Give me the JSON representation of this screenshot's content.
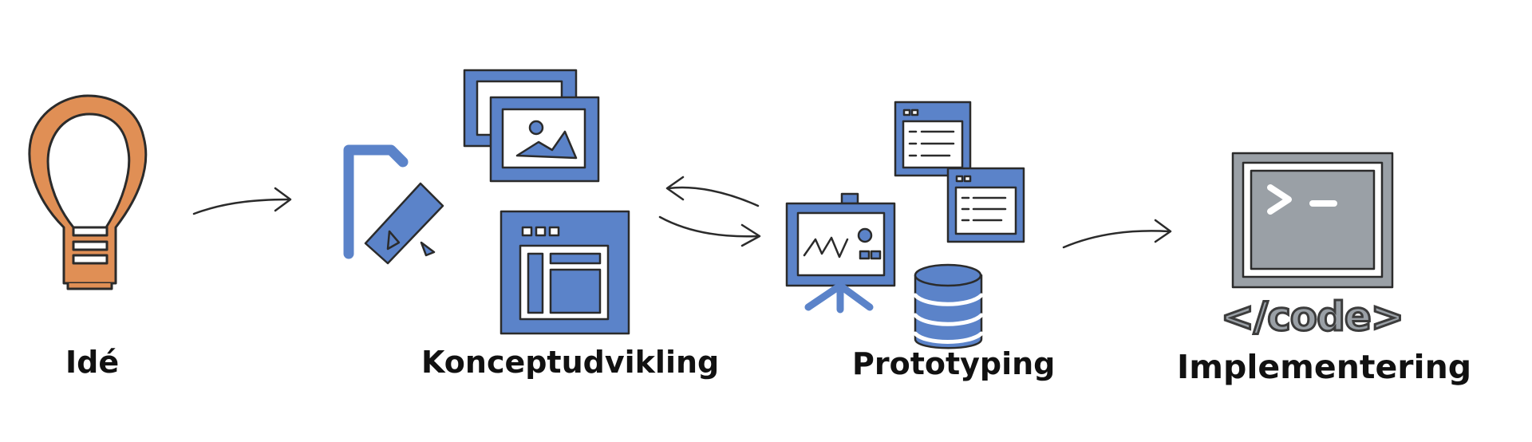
{
  "steps": {
    "idea": {
      "label": "Idé",
      "icon": "lightbulb-icon"
    },
    "concept": {
      "label": "Konceptudvikling",
      "icon": "sketch-wireframe-icon"
    },
    "prototype": {
      "label": "Prototyping",
      "icon": "presentation-database-icon"
    },
    "implementation": {
      "label": "Implementering",
      "icon": "terminal-code-icon",
      "code_tag": "</code>"
    }
  },
  "colors": {
    "bulb": "#e08f55",
    "blue": "#5b83c9",
    "gray": "#9aa0a6",
    "outline": "#2b2b2b"
  }
}
